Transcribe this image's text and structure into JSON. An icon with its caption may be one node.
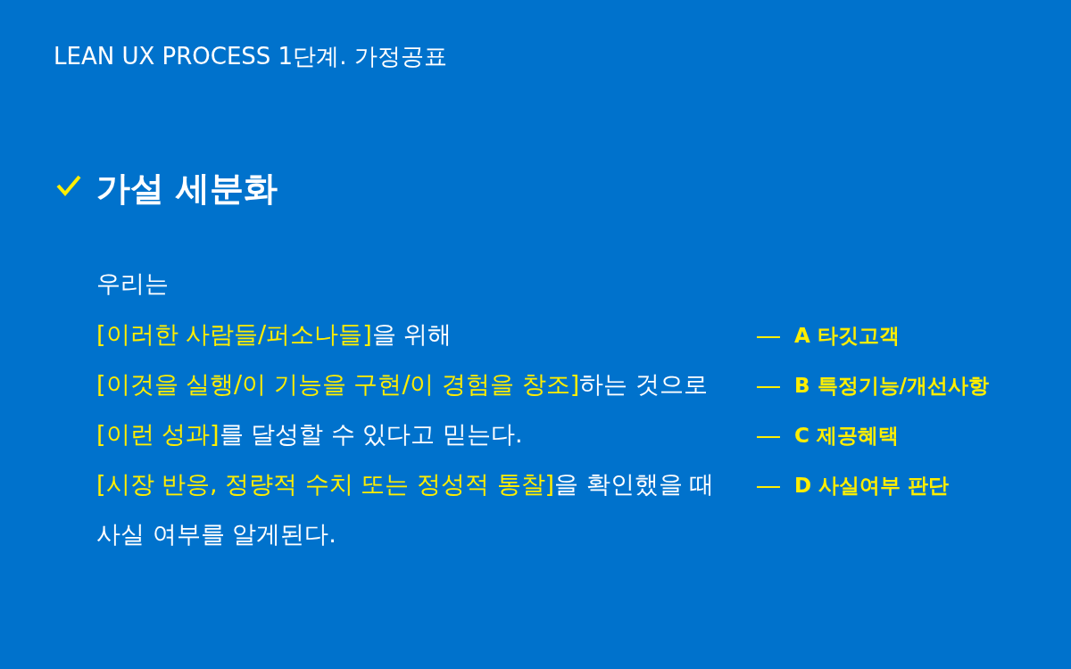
{
  "diagram": {
    "title": "LEAN UX PROCESS  1단계. 가정공표",
    "labels": [
      "가설 세분화",
      "우리는",
      "[이러한 사람들/퍼소나들]을 위해",
      "A 타깃고객",
      "[이것을 실행/이 기능을 구현/이 경험을 창조]하는 것으로",
      "B 특정기능/개선사항",
      "[이런 성과]를 달성할 수 있다고 믿는다.",
      "C 제공혜택",
      "[시장 반응, 정량적 수치 또는 정성적 통찰]을 확인했을 때",
      "D 사실여부 판단",
      "사실 여부를 알게된다."
    ]
  }
}
